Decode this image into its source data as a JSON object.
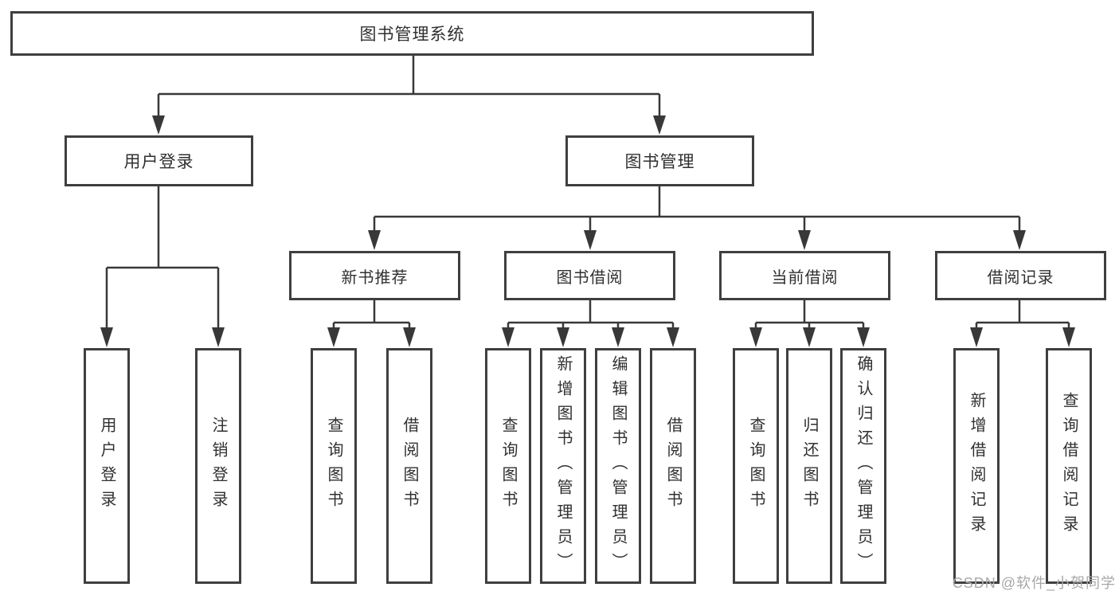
{
  "diagram": {
    "root": {
      "label": "图书管理系统"
    },
    "level2": [
      {
        "label": "用户登录"
      },
      {
        "label": "图书管理"
      }
    ],
    "level3": [
      {
        "label": "新书推荐"
      },
      {
        "label": "图书借阅"
      },
      {
        "label": "当前借阅"
      },
      {
        "label": "借阅记录"
      }
    ],
    "leaves": [
      {
        "label": "用户登录"
      },
      {
        "label": "注销登录"
      },
      {
        "label": "查询图书"
      },
      {
        "label": "借阅图书"
      },
      {
        "label": "查询图书"
      },
      {
        "label": "新增图书（管理员）"
      },
      {
        "label": "编辑图书（管理员）"
      },
      {
        "label": "借阅图书"
      },
      {
        "label": "查询图书"
      },
      {
        "label": "归还图书"
      },
      {
        "label": "确认归还（管理员）"
      },
      {
        "label": "新增借阅记录"
      },
      {
        "label": "查询借阅记录"
      }
    ]
  },
  "watermark": {
    "text": "CSDN @软件_小贺同学"
  },
  "colors": {
    "line": "#383838",
    "box_border": "#3f3f3f",
    "text": "#303030",
    "watermark": "#a8a8a8",
    "background": "#ffffff"
  }
}
